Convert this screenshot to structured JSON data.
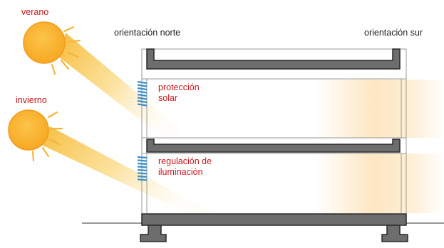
{
  "labels": {
    "summer": "verano",
    "winter": "invierno",
    "north": "orientación norte",
    "south": "orientación sur",
    "solar_protection_line1": "protección",
    "solar_protection_line2": "solar",
    "lighting_regulation_line1": "regulación de",
    "lighting_regulation_line2": "iluminación"
  },
  "icons": {
    "summer_sun": "sun-icon",
    "winter_sun": "sun-icon",
    "upper_louvers": "louver-blinds-icon",
    "lower_louvers": "louver-blinds-icon"
  },
  "colors": {
    "sun_fill": "#f9b233",
    "sun_stroke": "#f39a1e",
    "ray": "#f7c23e",
    "slab_fill": "#6d6d6d",
    "slab_stroke": "#2a2a2a",
    "label_red": "#c8181e",
    "label_dark": "#222222",
    "louver_blue": "#3b8ec6",
    "glass_line": "#9a9a9a",
    "south_glow": "#fde7c2"
  }
}
